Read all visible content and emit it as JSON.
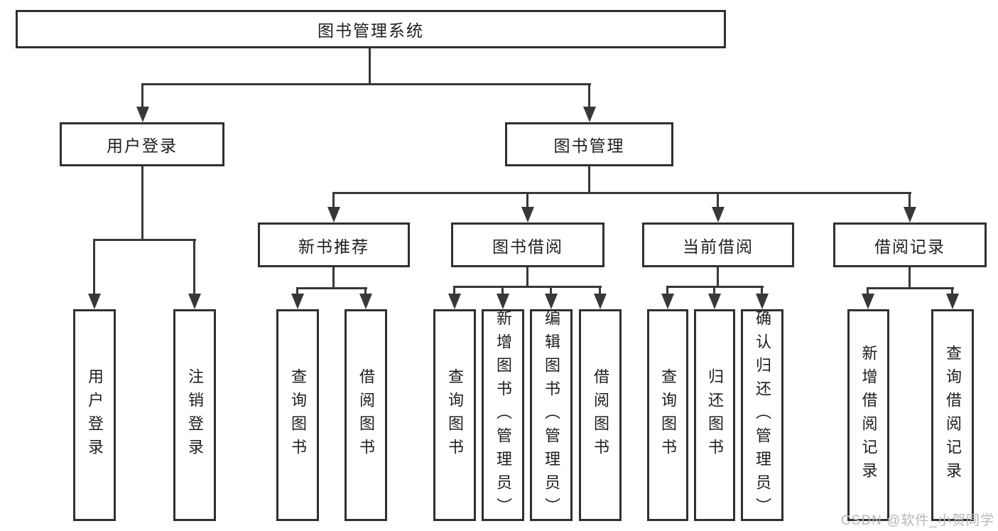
{
  "diagram": {
    "type": "hierarchy-tree",
    "colors": {
      "line": "#383838",
      "box_border": "#303030",
      "text": "#1e1e1e",
      "background": "#ffffff",
      "watermark": "#b3b7bd"
    }
  },
  "tree": {
    "root": {
      "label": "图书管理系统"
    },
    "level2": [
      {
        "label": "用户登录",
        "children": [
          {
            "label": "用户登录"
          },
          {
            "label": "注销登录"
          }
        ]
      },
      {
        "label": "图书管理",
        "children": [
          {
            "label": "新书推荐",
            "children": [
              {
                "label": "查询图书"
              },
              {
                "label": "借阅图书"
              }
            ]
          },
          {
            "label": "图书借阅",
            "children": [
              {
                "label": "查询图书"
              },
              {
                "label": "新增图书（管理员）"
              },
              {
                "label": "编辑图书（管理员）"
              },
              {
                "label": "借阅图书"
              }
            ]
          },
          {
            "label": "当前借阅",
            "children": [
              {
                "label": "查询图书"
              },
              {
                "label": "归还图书"
              },
              {
                "label": "确认归还（管理员）"
              }
            ]
          },
          {
            "label": "借阅记录",
            "children": [
              {
                "label": "新增借阅记录"
              },
              {
                "label": "查询借阅记录"
              }
            ]
          }
        ]
      }
    ]
  },
  "watermark": {
    "text": "CSDN @软件_小贺同学"
  }
}
